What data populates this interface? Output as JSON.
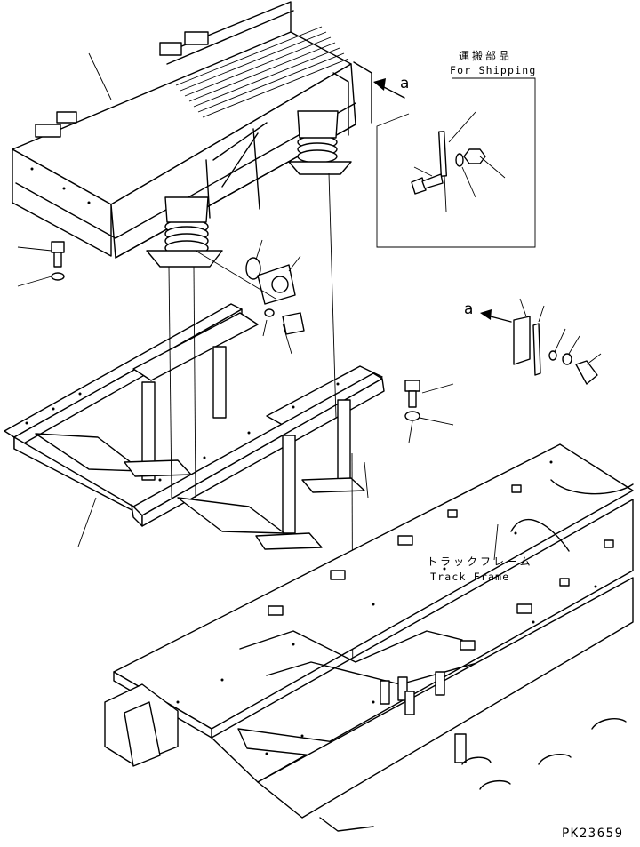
{
  "labels": {
    "shipping_jp": "運搬部品",
    "shipping_en": "For Shipping",
    "track_frame_jp": "トラックフレーム",
    "track_frame_en": "Track Frame",
    "view_ref_top": "a",
    "view_ref_right": "a",
    "drawing_number": "PK23659"
  }
}
